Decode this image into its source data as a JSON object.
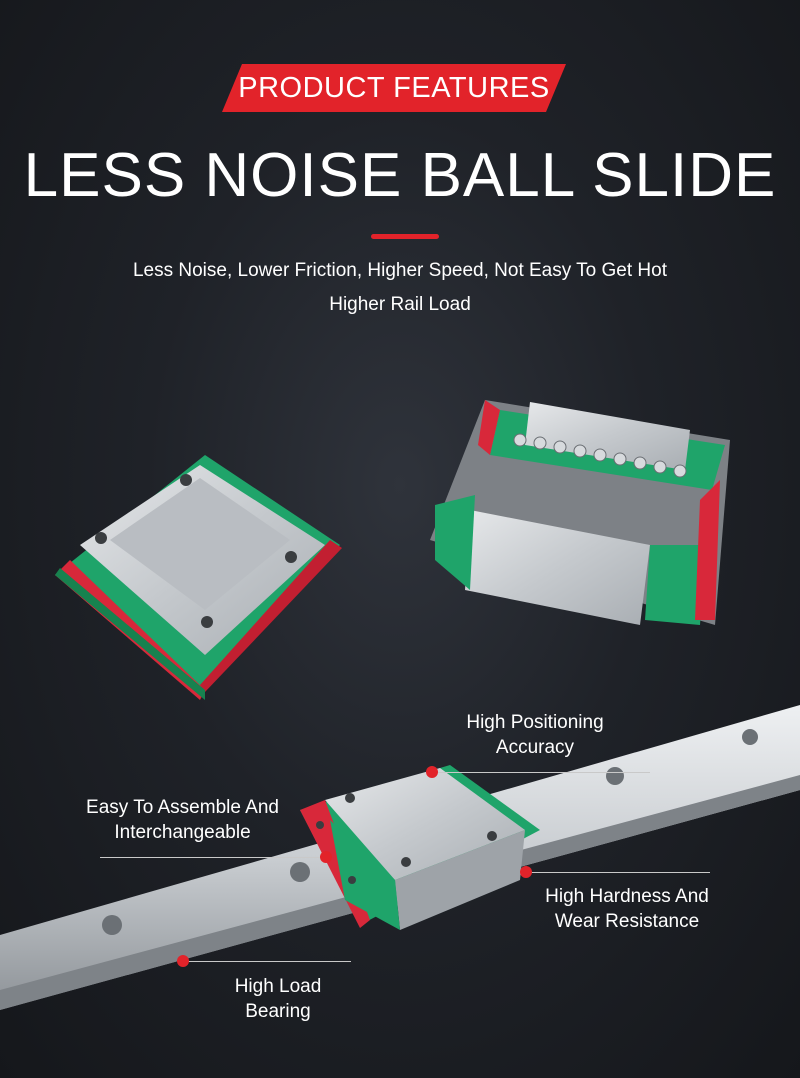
{
  "header": {
    "badge": "PRODUCT FEATURES",
    "title": "LESS NOISE BALL SLIDE",
    "subtitle_line1": "Less Noise, Lower Friction, Higher Speed, Not Easy To Get Hot",
    "subtitle_line2": "Higher Rail Load"
  },
  "callouts": {
    "positioning": [
      "High Positioning",
      "Accuracy"
    ],
    "assemble": [
      "Easy To Assemble And",
      "Interchangeable"
    ],
    "hardness": [
      "High Hardness And",
      "Wear Resistance"
    ],
    "load": [
      "High Load",
      "Bearing"
    ]
  },
  "colors": {
    "accent": "#e2232a",
    "block_green": "#1fa46a",
    "end_red": "#d8283a",
    "steel": "#c8ccd0"
  }
}
